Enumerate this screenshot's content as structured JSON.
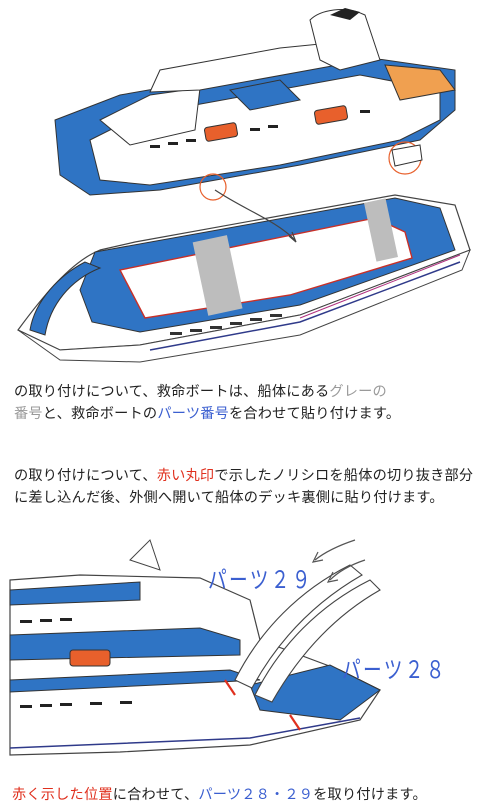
{
  "figure_labels": {
    "part29": "パーツ２９",
    "part28": "パーツ２８"
  },
  "paragraph1": {
    "t1": "の取り付けについて、救命ボートは、船体にある",
    "t2": "グレーの",
    "t3": "番号",
    "t4": "と、救命ボートの",
    "t5": "パーツ番号",
    "t6": "を合わせて貼り付けます。"
  },
  "paragraph2": {
    "t1": "の取り付けについて、",
    "t2": "赤い丸印",
    "t3": "で示したノリシロを船体の切り抜き部分に差し込んだ後、外側へ開いて船体のデッキ裏側に貼り付けます。"
  },
  "caption": {
    "t1": "赤く示した位置",
    "t2": "に合わせて、",
    "t3": "パーツ２８・２９",
    "t4": "を取り付けます。"
  },
  "colors": {
    "hull_blue": "#2f74c4",
    "accent_blue": "#3b5fd0",
    "accent_red": "#e0301e",
    "lifeboat_orange": "#e8602c",
    "funnel_orange": "#f0a050"
  }
}
